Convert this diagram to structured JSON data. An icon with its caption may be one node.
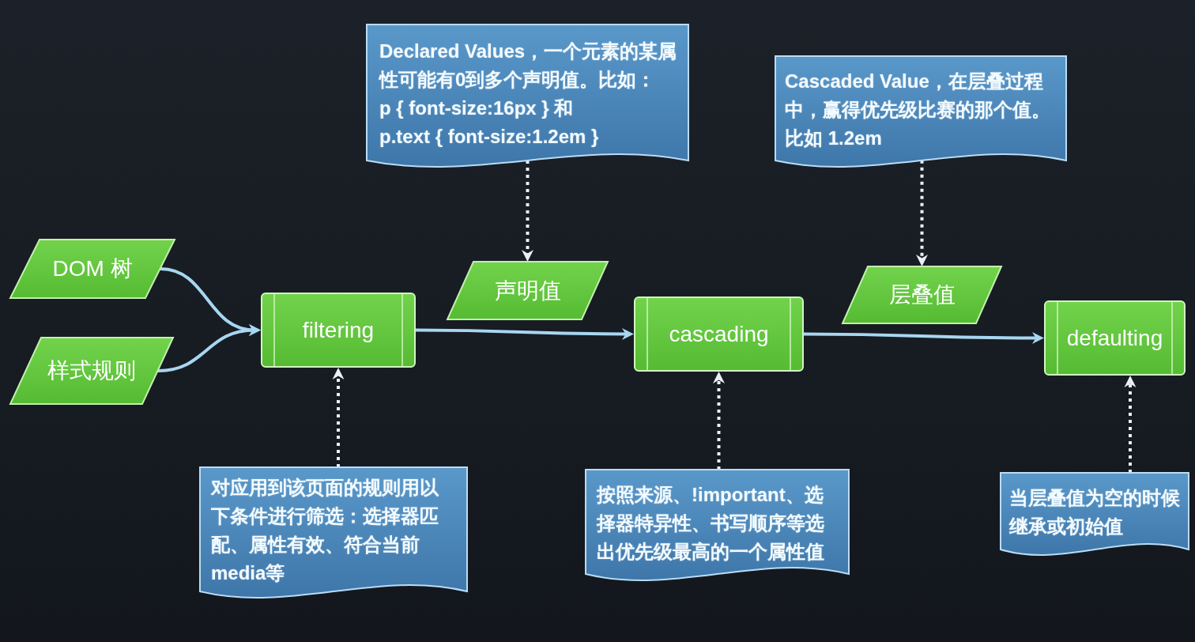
{
  "diagram": {
    "nodes": [
      {
        "text": [
          "DOM 树"
        ]
      },
      {
        "text": [
          "样式规则"
        ]
      },
      {
        "text": [
          "filtering"
        ]
      },
      {
        "text": [
          "声明值"
        ]
      },
      {
        "text": [
          "cascading"
        ]
      },
      {
        "text": [
          "层叠值"
        ]
      },
      {
        "text": [
          "defaulting"
        ]
      },
      {
        "text": [
          "Declared Values，一个元素的某属性可能有0到多个声明值。比如：p { font-size:16px } 和 p.text { font-size:1.2em }"
        ]
      },
      {
        "text": [
          "Cascaded Value，在层叠过程中，赢得优先级比赛的那个值。比如 1.2em"
        ]
      },
      {
        "text": [
          "对应用到该页面的规则用以下条件进行筛选：选择器匹配、属性有效、符合当前media等"
        ]
      },
      {
        "text": [
          "按照来源、!important、选择器特异性、书写顺序等选出优先级最高的一个属性值"
        ]
      },
      {
        "text": [
          "当层叠值为空的时候继承或初始值"
        ]
      }
    ],
    "edges": [
      {
        "from": 0,
        "to": 2,
        "arrow": "to",
        "color": "#a8d6f0"
      },
      {
        "from": 1,
        "to": 2,
        "arrow": "to",
        "color": "#a8d6f0"
      },
      {
        "from": 2,
        "to": 4,
        "arrow": "to",
        "color": "#a8d6f0"
      },
      {
        "from": 4,
        "to": 6,
        "arrow": "to",
        "color": "#a8d6f0"
      },
      {
        "from": 7,
        "to": 3,
        "arrow": "to",
        "style": "dashed"
      },
      {
        "from": 8,
        "to": 5,
        "arrow": "to",
        "style": "dashed"
      },
      {
        "from": 9,
        "to": 2,
        "arrow": "to",
        "style": "dashed"
      },
      {
        "from": 10,
        "to": 4,
        "arrow": "to",
        "style": "dashed"
      },
      {
        "from": 11,
        "to": 6,
        "arrow": "to",
        "style": "dashed"
      }
    ]
  }
}
